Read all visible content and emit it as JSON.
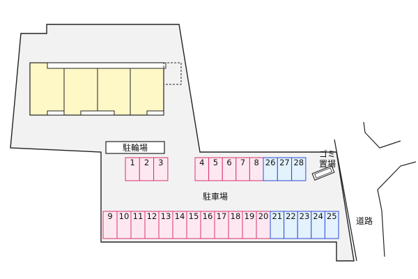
{
  "labels": {
    "bicycle_parking": "駐輪場",
    "parking_lot": "駐車場",
    "garbage_line1": "ゴミ",
    "garbage_line2": "置場",
    "road": "道路"
  },
  "spaces": {
    "top_left": [
      "1",
      "2",
      "3"
    ],
    "top_middle": [
      "4",
      "5",
      "6",
      "7",
      "8"
    ],
    "top_right": [
      "26",
      "27",
      "28"
    ],
    "bottom_pink": [
      "9",
      "10",
      "11",
      "12",
      "13",
      "14",
      "15",
      "16",
      "17",
      "18",
      "19",
      "20"
    ],
    "bottom_blue": [
      "21",
      "22",
      "23",
      "24",
      "25"
    ]
  },
  "colors": {
    "lot_fill": "#f2f2f2",
    "lot_stroke": "#222222",
    "building_fill": "#fdf8c6",
    "pink_fill": "#fde8f1",
    "pink_stroke": "#d8336f",
    "blue_fill": "#e3f2fc",
    "blue_stroke": "#2d4bd6"
  }
}
